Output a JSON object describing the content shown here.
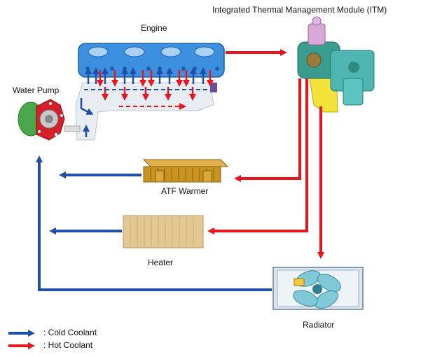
{
  "labels": {
    "engine": "Engine",
    "itm": "Integrated Thermal Management Module (ITM)",
    "water_pump": "Water Pump",
    "atf_warmer": "ATF Warmer",
    "heater": "Heater",
    "radiator": "Radiator"
  },
  "legend": {
    "cold": ": Cold Coolant",
    "hot": ": Hot Coolant"
  },
  "colors": {
    "cold": "#1f4fa8",
    "hot": "#e8151b",
    "engine_blue": "#3d8fe0",
    "atf_gold": "#c8931f",
    "heater_tan": "#e3c894",
    "radiator_fan": "#7fc9d8",
    "itm_yellow": "#f2e23a",
    "itm_teal": "#4fb5b0",
    "pump_red": "#d5202b",
    "pump_green": "#4aa84a"
  }
}
